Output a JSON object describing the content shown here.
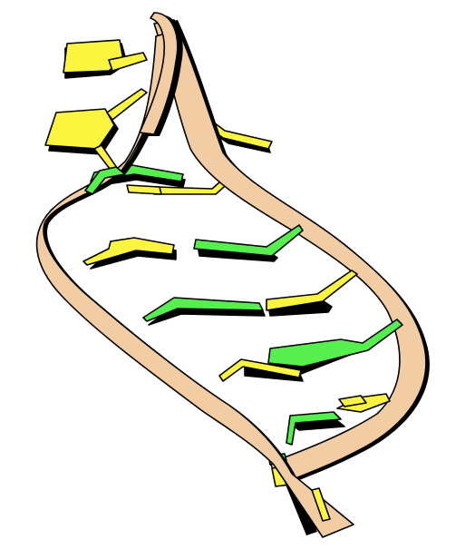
{
  "colors": {
    "background": "#ffffff",
    "backbone_fill": "#f2cda3",
    "backbone_edge": "#000000",
    "purine": "#55f04d",
    "pyrimidine": "#fbf53f",
    "outline": "#000000"
  },
  "icons": [
    "dna-backbone-ribbon",
    "nucleotide-base"
  ],
  "structure": {
    "kind": "nucleic-acid-helix-cartoon",
    "strands": 2,
    "base_pairs": 8
  }
}
